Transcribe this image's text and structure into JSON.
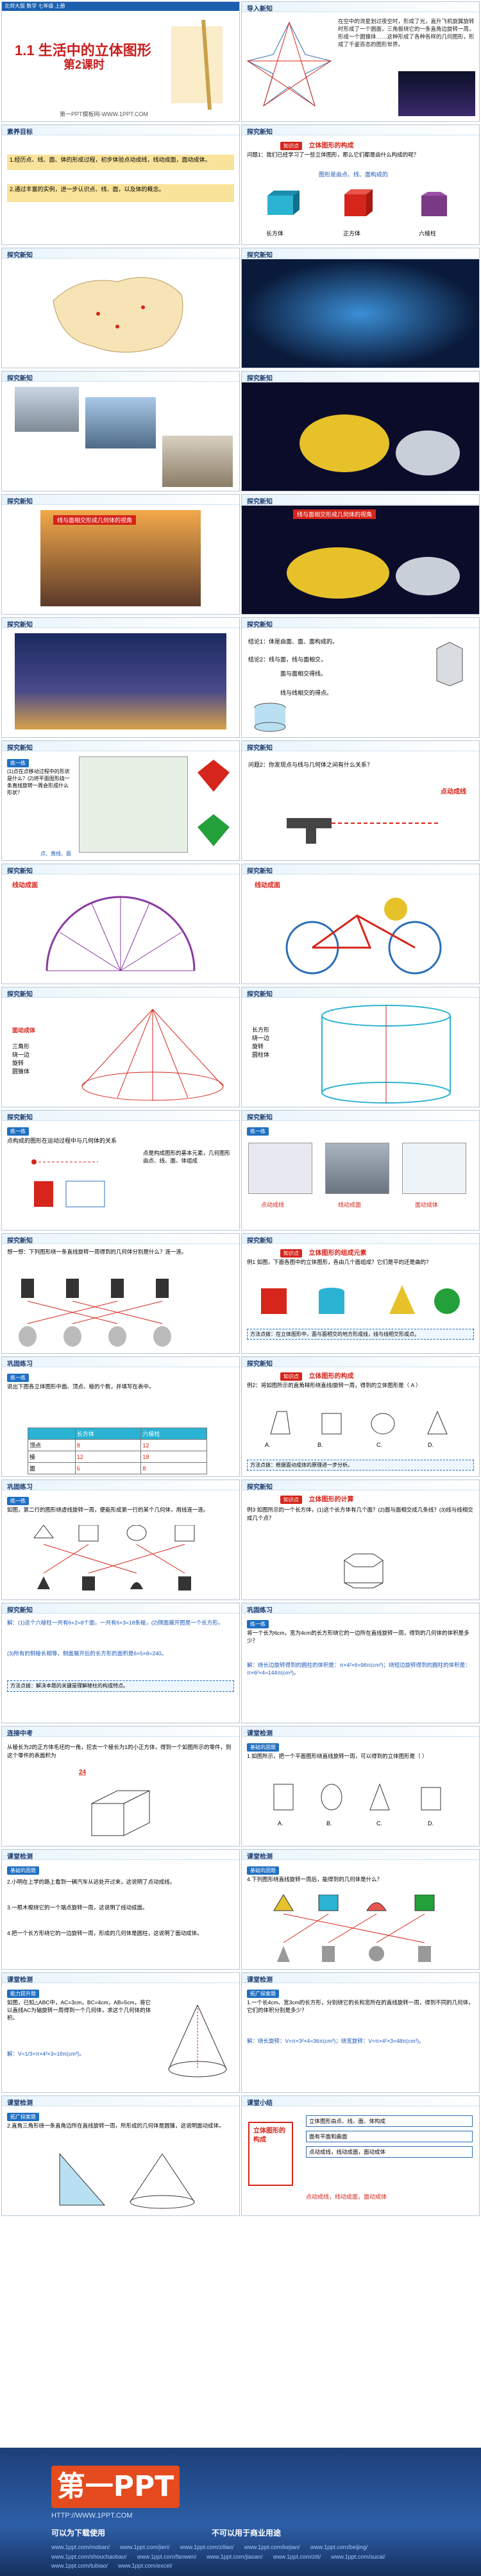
{
  "slides": {
    "s1": {
      "top": "北师大版 数学 七年级 上册",
      "title": "1.1 生活中的立体图形",
      "sub": "第2课时",
      "url": "第一PPT模板网-WWW.1PPT.COM"
    },
    "s2": {
      "hdr": "导入新知",
      "text": "在空中的流星划过夜空时，形成了光，直升飞机旋翼旋转时形成了一个圆面，三角板绕它的一条直角边旋转一周，形成一个圆锥体……这种形成了各种各样的几何图形，形成了千姿百态的图形世界。"
    },
    "s3": {
      "hdr": "素养目标",
      "g1": "1.经历点、线、面、体的形成过程，初步体验点动成线，线动成面，面动成体。",
      "g2": "2.通过丰富的实例，进一步认识点、线、面，以及体的概念。"
    },
    "s4": {
      "hdr": "探究新知",
      "tag": "知识点",
      "tag2": "立体图形的构成",
      "q": "问题1：我们已经学习了一些立体图形，那么它们都是由什么构成的呢？",
      "q2": "图形是由点、线、面构成的",
      "shapes": [
        "长方体",
        "正方体",
        "六棱柱"
      ]
    },
    "s5": {
      "hdr": "探究新知"
    },
    "s6": {
      "hdr": "探究新知"
    },
    "s7": {
      "hdr": "探究新知"
    },
    "s8": {
      "hdr": "探究新知"
    },
    "s9": {
      "hdr": "探究新知",
      "cap": "线与面相交形成几何体的视角"
    },
    "s10": {
      "hdr": "探究新知",
      "cap": "线与面相交形成几何体的视角"
    },
    "s11": {
      "hdr": "探究新知"
    },
    "s12": {
      "hdr": "探究新知",
      "c1": "结论1：体是由面、面、面构成的。",
      "c2": "结论2：线与面，线与面相交，",
      "c3": "面与面相交得线。",
      "c4": "线与线相交的得点。"
    },
    "s13": {
      "hdr": "探究新知",
      "tag": "练一练",
      "q": "(1)点在点移动过程中的形状是什么？(2)将平面图形绕一条直线旋转一周会形成什么形状？",
      "cap": "点、直线、面"
    },
    "s14": {
      "hdr": "探究新知",
      "q": "问题2：你发现点与线与几何体之间有什么关系？",
      "ans": "点动成线"
    },
    "s15": {
      "hdr": "探究新知",
      "ans": "线动成面"
    },
    "s16": {
      "hdr": "探究新知",
      "ans": "线动成面"
    },
    "s17": {
      "hdr": "探究新知",
      "ans": "面动成体",
      "list": [
        "三角形",
        "绕一边",
        "旋转",
        "圆锥体"
      ]
    },
    "s18": {
      "hdr": "探究新知",
      "list": [
        "长方形",
        "绕一边",
        "旋转",
        "圆柱体"
      ]
    },
    "s19": {
      "hdr": "探究新知",
      "tag": "练一练",
      "q": "点构成的图形在运动过程中与几何体的关系",
      "right": "点是构成图形的基本元素，几何图形由点、线、面、体组成"
    },
    "s20": {
      "hdr": "探究新知",
      "tag": "练一练",
      "captions": [
        "点动成线",
        "线动成面",
        "面动成体"
      ]
    },
    "s21": {
      "hdr": "探究新知",
      "q": "想一想：下列图形绕一条直线旋转一周得到的几何体分别是什么？连一连。"
    },
    "s22": {
      "hdr": "探究新知",
      "tag": "知识点",
      "tag2": "立体图形的组成元素",
      "q": "例1 如图，下面各图中的立体图形，各由几个面组成？它们是平的还是曲的？",
      "note": "方法点拨：在立体图形中，面与面相交的地方形成线，线与线相交形成点。"
    },
    "s23": {
      "hdr": "巩固练习",
      "tag": "练一练",
      "q": "说出下图各立体图形中面、顶点、棱的个数，并填写在表中。",
      "cols": [
        "",
        "长方体",
        "六棱柱"
      ],
      "rows": [
        [
          "顶点",
          "8",
          "12"
        ],
        [
          "棱",
          "12",
          "18"
        ],
        [
          "面",
          "6",
          "8"
        ]
      ]
    },
    "s24": {
      "hdr": "探究新知",
      "tag": "知识点",
      "tag2": "立体图形的构成",
      "q": "例2：将如图所示的直角梯形绕直线l旋转一周，得到的立体图形是（ A ）",
      "opts": [
        "A.",
        "B.",
        "C.",
        "D."
      ],
      "note": "方法点拨：根据面动成体的原理进一步分析。"
    },
    "s25": {
      "hdr": "巩固练习",
      "tag": "练一练",
      "q": "如图，第二行的图形绕虚线旋转一周，便能形成第一行的某个几何体，用线连一连。"
    },
    "s26": {
      "hdr": "探究新知",
      "tag": "知识点",
      "tag2": "立体图形的计算",
      "q": "例3 如图所示的一个长方体，(1)这个长方体有几个面？(2)面与面相交成几条线？(3)线与线相交成几个点？"
    },
    "s27": {
      "hdr": "探究新知",
      "a": "解：(1)这个六棱柱一共有6+2=8个面，一共有6×3=18条棱，(2)侧面展开图是一个长方形。",
      "b": "(3)所有的侧棱长相等，侧面展开后的长方形的面积是6×5×8=240。",
      "note": "方法点拨：解决本题的关键是理解棱柱的构成特点。"
    },
    "s28": {
      "hdr": "巩固练习",
      "tag": "练一练",
      "q": "将一个长为6cm，宽为4cm的长方形绕它的一边所在直线旋转一周，得到的几何体的体积是多少？",
      "a": "解：绕长边旋转得到的圆柱的体积是：π×4²×6=96π(cm³)；绕短边旋转得到的圆柱的体积是：π×6²×4=144π(cm³)。"
    },
    "s29": {
      "hdr": "连接中考",
      "q": "从棱长为2的正方体毛坯的一角，挖去一个棱长为1的小正方体，得到一个如图所示的零件，则这个零件的表面积为",
      "ans": "24"
    },
    "s30": {
      "hdr": "课堂检测",
      "tag": "基础巩固题",
      "q": "1.如图所示，把一个平面图形绕直线旋转一周，可以得到的立体图形是（ ）",
      "opts": [
        "A.",
        "B.",
        "C.",
        "D."
      ]
    },
    "s31": {
      "hdr": "课堂检测",
      "tag": "基础巩固题",
      "l1": "2.小明在上学的路上看到一辆汽车从远处开过来，这说明了点动成线。",
      "l2": "3.一根木棍绕它的一个端点旋转一周，这说明了线动成面。",
      "l3": "4.把一个长方形绕它的一边旋转一周，形成的几何体是圆柱，这说明了面动成体。"
    },
    "s32": {
      "hdr": "课堂检测",
      "tag": "基础巩固题",
      "q": "4.下列图形绕直线旋转一周后，能得到的几何体是什么？"
    },
    "s33": {
      "hdr": "课堂检测",
      "tag": "能力提升题",
      "q": "如图，已知△ABC中，AC=3cm，BC=4cm，AB=5cm，将它以直线AC为轴旋转一周得到一个几何体，求这个几何体的体积。",
      "a": "解：V=1/3×π×4²×3=16π(cm³)。"
    },
    "s34": {
      "hdr": "课堂检测",
      "tag": "拓广探索题",
      "q": "1.一个长4cm、宽3cm的长方形，分别绕它的长和宽所在的直线旋转一周，得到不同的几何体，它们的体积分别是多少？",
      "a": "解：绕长旋转：V=π×3²×4=36π(cm³)；绕宽旋转：V=π×4²×3=48π(cm³)。"
    },
    "s35": {
      "hdr": "课堂检测",
      "tag": "拓广探索题",
      "q": "2.直角三角形绕一条直角边所在直线旋转一周，所形成的几何体是圆锥，这说明面动成体。"
    },
    "s36": {
      "hdr": "课堂小结",
      "center": "立体图形的构成",
      "items": [
        "立体图形由点、线、面、体构成",
        "面有平面和曲面",
        "点动成线，线动成面，面动成体"
      ],
      "foot": "点动成线，线动成面，面动成体"
    }
  },
  "banner": {
    "logo": "第一PPT",
    "url": "HTTP://WWW.1PPT.COM",
    "slogan_a": "可以为下载使用",
    "slogan_b": "不可以用于商业用途",
    "links": [
      "www.1ppt.com/moban/",
      "www.1ppt.com/jieri/",
      "www.1ppt.com/ziliao/",
      "www.1ppt.com/kejian/",
      "www.1ppt.com/beijing/",
      "www.1ppt.com/shouchaobao/",
      "www.1ppt.com/fanwen/",
      "www.1ppt.com/jiaoan/",
      "www.1ppt.com/ziti/",
      "www.1ppt.com/sucai/",
      "www.1ppt.com/tubiao/",
      "www.1ppt.com/excel/"
    ]
  }
}
